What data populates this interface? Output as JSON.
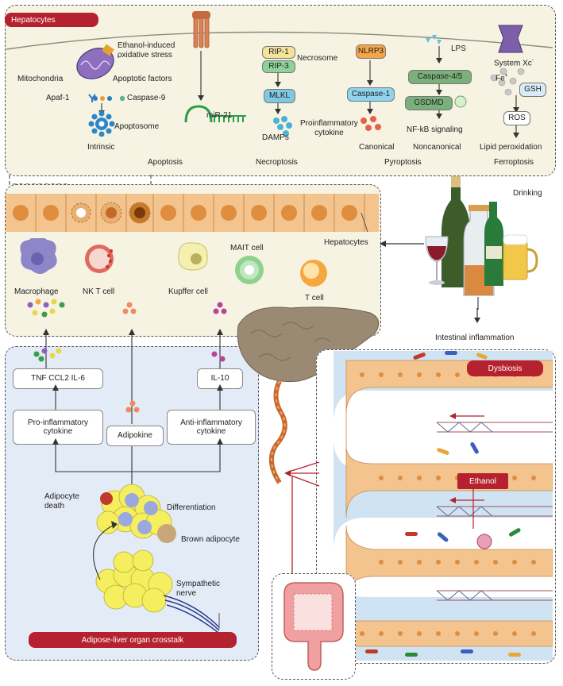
{
  "hepatocyte_panel": {
    "tag": "Hepatocytes",
    "apoptosis": {
      "stress": "Ethanol-induced\noxidative stress",
      "mitochondria": "Mitochondria",
      "factors": "Apoptotic factors",
      "apaf": "Apaf-1",
      "caspase9": "Caspase-9",
      "apoptosome": "Apoptosome",
      "intrinsic": "Intrinsic",
      "mir21": "miR-21",
      "title": "Apoptosis"
    },
    "necroptosis": {
      "rip1": "RIP-1",
      "rip3": "RIP-3",
      "necrosome": "Necrosome",
      "mlkl": "MLKL",
      "damps": "DAMPs",
      "title": "Necroptosis"
    },
    "pyroptosis": {
      "nlrp3": "NLRP3",
      "caspase1": "Caspase-1",
      "cytokine": "Proinflammatory\ncytokine",
      "canonical": "Canonical",
      "lps": "LPS",
      "caspase45": "Caspase-4/5",
      "gsdmd": "GSDMD",
      "nfkb": "NF-kB signaling",
      "noncanonical": "Noncanonical",
      "title": "Pyroptosis"
    },
    "ferroptosis": {
      "systemxc": "System Xc",
      "systemxc_sup": "-",
      "fe": "Fe",
      "fe_sup": "+",
      "gsh": "GSH",
      "ros": "ROS",
      "lipid": "Lipid peroxidation",
      "title": "Ferroptosis"
    }
  },
  "immune_panel": {
    "hepatocytes_label": "Hepatocytes",
    "drinking": "Drinking",
    "macrophage": "Macrophage",
    "nkt": "NK T cell",
    "kupffer": "Kupffer cell",
    "mait": "MAIT cell",
    "tcell": "T cell",
    "intestinal_inflammation": "Intestinal inflammation"
  },
  "adipose_panel": {
    "tnf": "TNF CCL2 IL-6",
    "il10": "IL-10",
    "pro": "Pro-inflammatory\ncytokine",
    "adipokine": "Adipokine",
    "anti": "Anti-inflammatory\ncytokine",
    "death": "Adipocyte\ndeath",
    "differentiation": "Differentiation",
    "brown": "Brown adipocyte",
    "sympathetic": "Sympathetic\nnerve",
    "tag": "Adipose-liver organ crosstalk"
  },
  "gut_panel": {
    "dysbiosis": "Dysbiosis",
    "ethanol": "Ethanol"
  },
  "colors": {
    "panel_bg": "#f6f3e2",
    "adipose_bg": "#e3ebf6",
    "red_tag": "#b5212e",
    "hepatocyte_cell": "#f0b070",
    "nucleus": "#d98b3e",
    "gut_lumen": "#cfe3f2"
  }
}
